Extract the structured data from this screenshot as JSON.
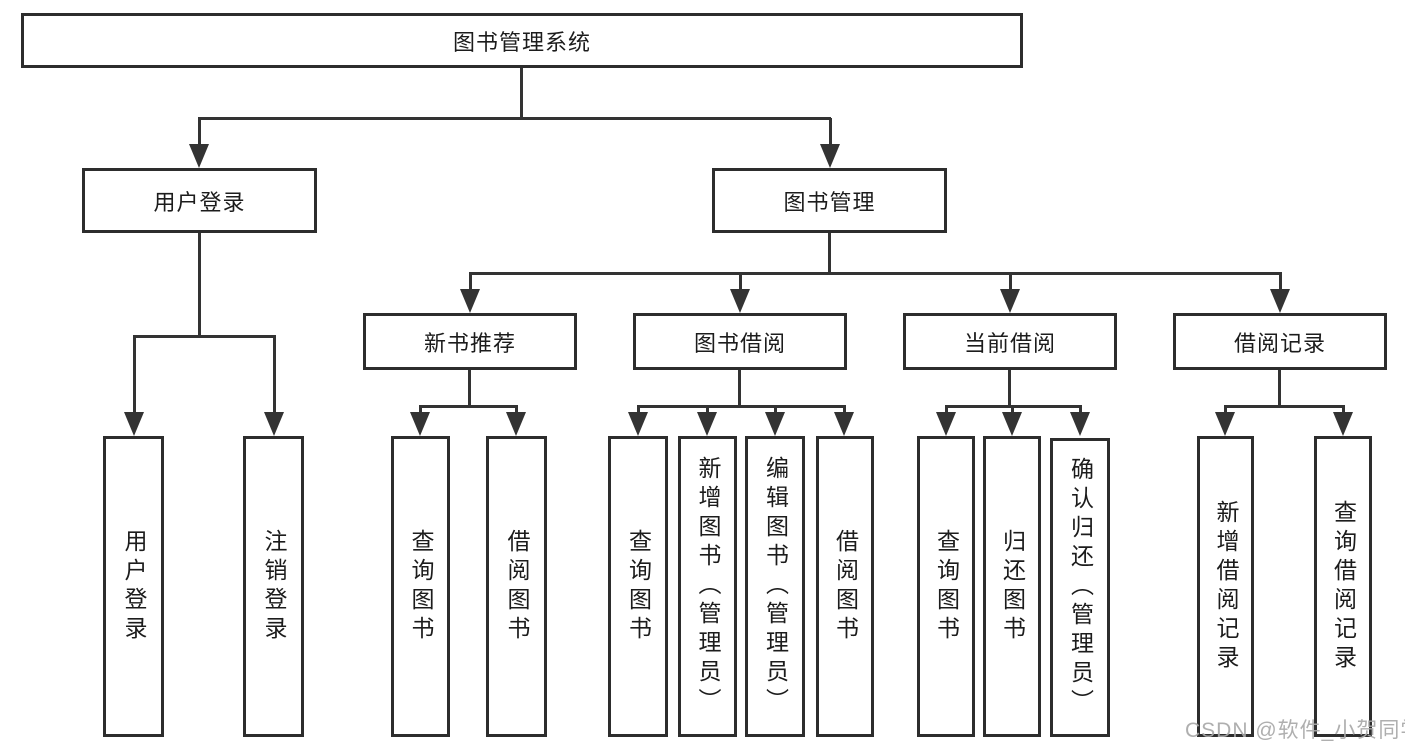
{
  "diagram": {
    "kind": "hierarchy-diagram",
    "colors": {
      "line": "#333333",
      "box_border": "#2d2d2d",
      "text": "#1c1c1c",
      "background": "#ffffff",
      "watermark": "#a8a8a8"
    }
  },
  "tree": {
    "root": {
      "label": "图书管理系统",
      "children": [
        {
          "label": "用户登录",
          "children": [
            {
              "label": "用户登录"
            },
            {
              "label": "注销登录"
            }
          ]
        },
        {
          "label": "图书管理",
          "children": [
            {
              "label": "新书推荐",
              "children": [
                {
                  "label": "查询图书"
                },
                {
                  "label": "借阅图书"
                }
              ]
            },
            {
              "label": "图书借阅",
              "children": [
                {
                  "label": "查询图书"
                },
                {
                  "label": "新增图书（管理员）"
                },
                {
                  "label": "编辑图书（管理员）"
                },
                {
                  "label": "借阅图书"
                }
              ]
            },
            {
              "label": "当前借阅",
              "children": [
                {
                  "label": "查询图书"
                },
                {
                  "label": "归还图书"
                },
                {
                  "label": "确认归还（管理员）"
                }
              ]
            },
            {
              "label": "借阅记录",
              "children": [
                {
                  "label": "新增借阅记录"
                },
                {
                  "label": "查询借阅记录"
                }
              ]
            }
          ]
        }
      ]
    }
  },
  "watermark": {
    "text": "CSDN @软件_小贺同学"
  }
}
